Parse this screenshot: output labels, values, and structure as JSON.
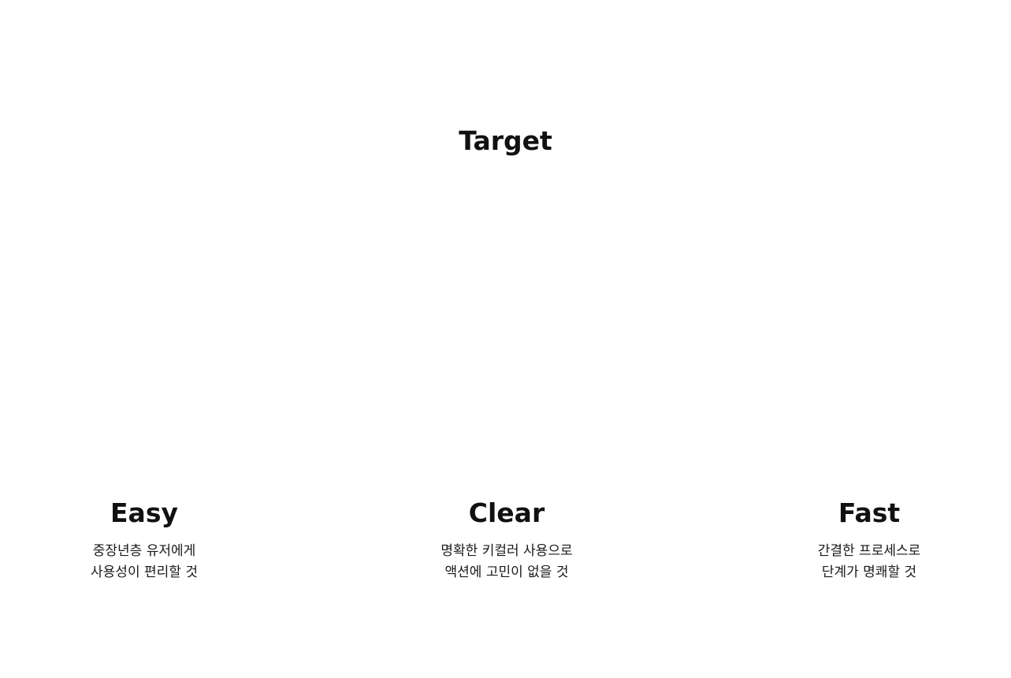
{
  "page": {
    "title": "Target"
  },
  "principles": [
    {
      "title": "Easy",
      "lines": [
        "중장년층 유저에게",
        "사용성이 편리할 것"
      ]
    },
    {
      "title": "Clear",
      "lines": [
        "명확한 키컬러 사용으로",
        "액션에 고민이 없을 것"
      ]
    },
    {
      "title": "Fast",
      "lines": [
        "간결한 프로세스로",
        "단계가 명쾌할 것"
      ]
    }
  ]
}
